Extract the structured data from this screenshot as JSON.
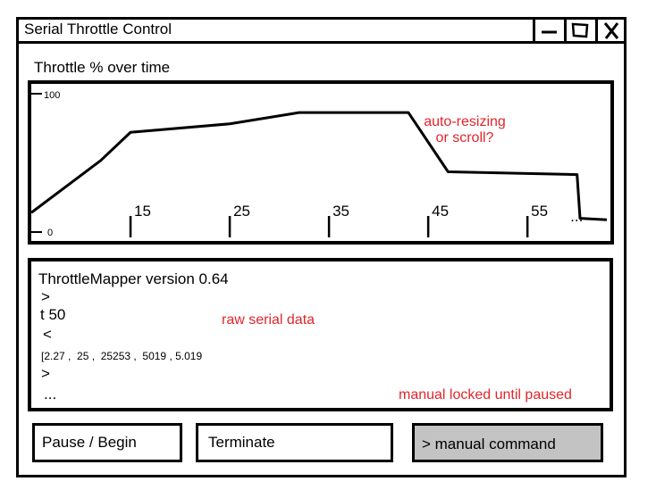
{
  "window": {
    "title": "Serial Throttle Control",
    "controls": [
      "minimize-icon",
      "maximize-icon",
      "close-icon"
    ]
  },
  "chart_panel": {
    "title": "Throttle % over time",
    "note": "auto-resizing\nor scroll?"
  },
  "chart_data": {
    "type": "line",
    "title": "Throttle % over time",
    "xlabel": "",
    "ylabel": "",
    "ylim": [
      0,
      100
    ],
    "xlim": [
      5,
      63
    ],
    "y_ticks": [
      "100",
      "0"
    ],
    "x_ticks": [
      "15",
      "25",
      "35",
      "45",
      "55",
      "..."
    ],
    "x_tick_values": [
      15,
      25,
      35,
      45,
      55
    ],
    "series": [
      {
        "x": [
          5,
          12,
          15,
          25,
          32,
          43,
          47,
          60,
          60.3,
          63
        ],
        "y": [
          15,
          52,
          72,
          78,
          86,
          86,
          44,
          42,
          11,
          10
        ]
      }
    ],
    "grid": false,
    "legend": "none"
  },
  "console": {
    "note_raw": "raw serial data",
    "note_manual": "manual locked until paused",
    "lines": [
      "ThrottleMapper version 0.64",
      ">",
      "t 50",
      "<",
      "[2.27 ,  25 ,  25253 ,  5019 , 5.019",
      ">",
      "..."
    ]
  },
  "buttons": {
    "pause": "Pause / Begin",
    "terminate": "Terminate",
    "manual": "> manual command"
  },
  "colors": {
    "note": "#e0252b",
    "disabled_button": "#c3c3c3"
  }
}
